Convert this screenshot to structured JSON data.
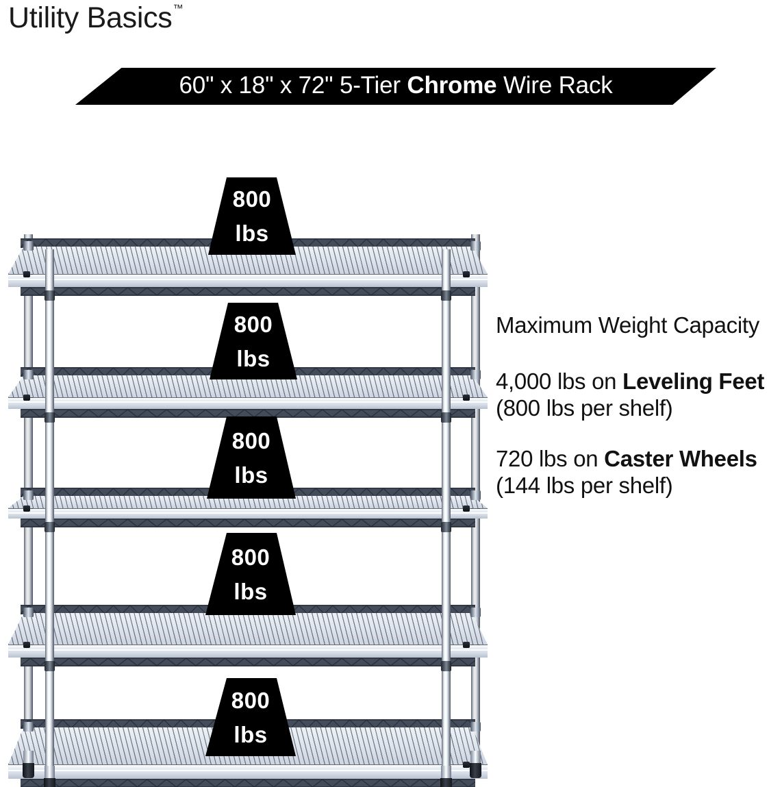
{
  "brand": {
    "name": "Utility Basics",
    "trademark": "™"
  },
  "banner": {
    "dimensions": "60\" x 18\" x 72\"",
    "tier": "5-Tier",
    "material": "Chrome",
    "product": "Wire Rack",
    "full_text": "60\" x 18\" x 72\" 5-Tier Chrome Wire Rack",
    "background_color": "#000000",
    "text_color": "#FFFFFF"
  },
  "capacity": {
    "heading_line1": "Maximum Weight",
    "heading_line2": "Capacity",
    "leveling": {
      "total": "4,000 lbs",
      "on": "on",
      "mount_bold": "Leveling Feet",
      "detail": "(800 lbs per shelf)"
    },
    "caster": {
      "total": "720 lbs",
      "on": "on",
      "mount_bold": "Caster Wheels",
      "detail": "(144 lbs per shelf)"
    }
  },
  "rack": {
    "tier_count": 5,
    "shelf_badges": [
      {
        "value": "800",
        "unit": "lbs"
      },
      {
        "value": "800",
        "unit": "lbs"
      },
      {
        "value": "800",
        "unit": "lbs"
      },
      {
        "value": "800",
        "unit": "lbs"
      },
      {
        "value": "800",
        "unit": "lbs"
      }
    ],
    "colors": {
      "chrome_light": "#EEF2F7",
      "chrome_mid": "#D5DCE6",
      "chrome_dark": "#6F7885",
      "wire_line": "#2D3646",
      "badge_bg": "#000000"
    }
  }
}
